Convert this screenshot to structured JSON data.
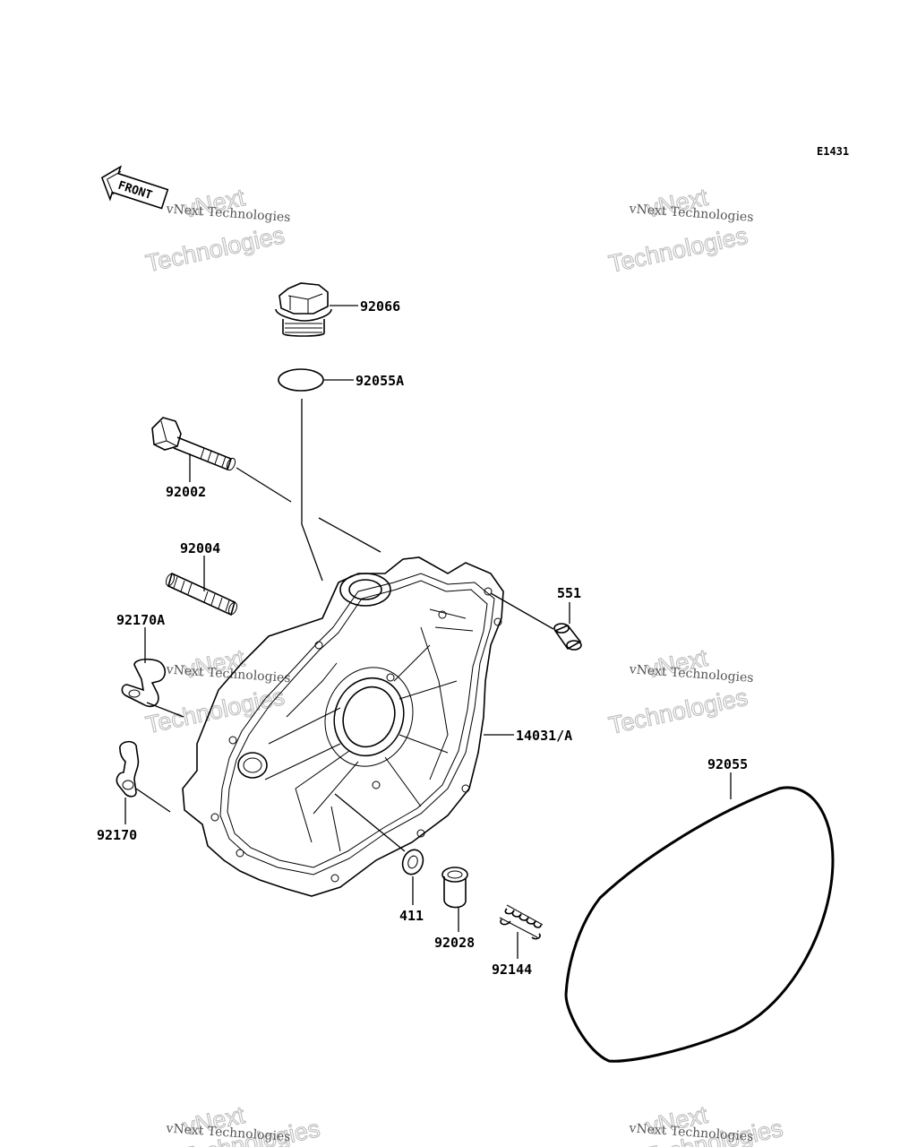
{
  "diagram": {
    "code": "E1431",
    "front_label": "FRONT",
    "watermark": {
      "line1": "vNext",
      "line2": "Technologies",
      "small": "vNext Technologies"
    },
    "parts": {
      "p92066": "92066",
      "p92055A": "92055A",
      "p92002": "92002",
      "p92004": "92004",
      "p92170A": "92170A",
      "p551": "551",
      "p14031A": "14031/A",
      "p92055": "92055",
      "p92170": "92170",
      "p411": "411",
      "p92028": "92028",
      "p92144": "92144"
    }
  }
}
